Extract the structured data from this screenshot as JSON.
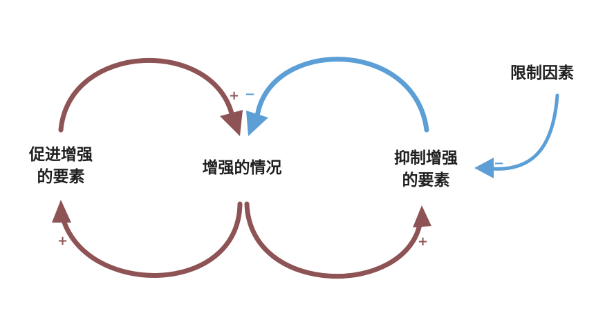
{
  "nodes": {
    "left": {
      "line1": "促进增强",
      "line2": "的要素"
    },
    "center": "增强的情况",
    "right": {
      "line1": "抑制增强",
      "line2": "的要素"
    },
    "limit": "限制因素"
  },
  "signs": {
    "top_plus": "+",
    "top_minus": "−",
    "left_plus": "+",
    "right_plus": "+",
    "limit_minus": "−"
  },
  "colors": {
    "reinforcing": "#8e5355",
    "balancing": "#5b9fd6",
    "text": "#1f1f1f"
  }
}
